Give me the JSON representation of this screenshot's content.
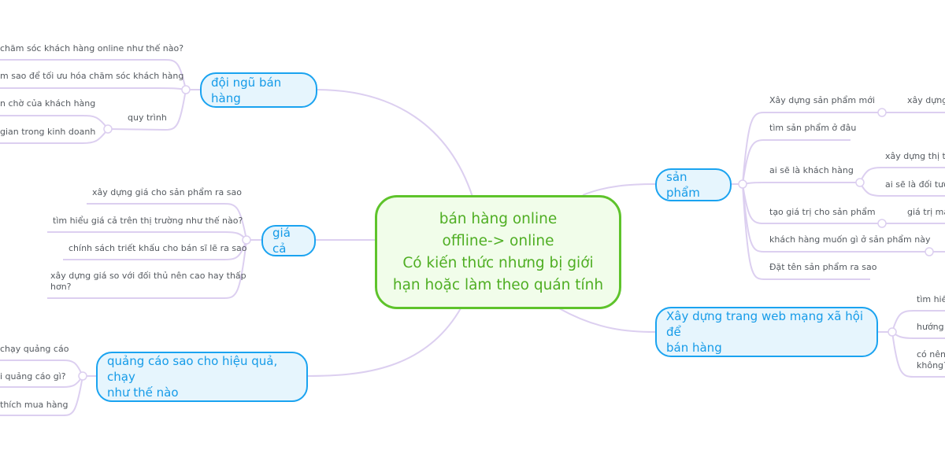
{
  "center": {
    "lines": [
      "bán hàng online",
      "offline-> online",
      "Có kiến thức nhưng bị giới",
      "hạn hoặc làm theo quán tính"
    ]
  },
  "branches": {
    "team": {
      "label": "đội ngũ bán hàng",
      "leaves": [
        "chăm sóc khách hàng online như thế nào?",
        "m sao để tối ưu hóa chăm sóc khách hàng",
        "quy trình"
      ],
      "sub": [
        "n chờ của khách hàng",
        "gian trong kinh doanh"
      ]
    },
    "price": {
      "label": "giá cả",
      "leaves": [
        "xây dựng giá cho sản phẩm ra sao",
        "tìm hiểu giá cả trên thị trường như thế nào?",
        "chính sách triết khấu cho bán sĩ lẽ ra sao",
        "xây dựng giá so với đối thủ nên cao hay thấp",
        "hơn?"
      ]
    },
    "ads": {
      "label_1": "quảng cáo sao cho hiệu quả, chạy",
      "label_2": "như thế nào",
      "leaves": [
        "chạy quảng cáo",
        "i quảng cáo gì?",
        "thích mua hàng"
      ]
    },
    "product": {
      "label": "sản phẩm",
      "leaves": [
        "Xây dựng sản phẩm mới",
        "tìm sản phẩm ở đâu",
        "ai sẽ là khách hàng",
        "tạo giá trị cho sản phẩm",
        "khách hàng muốn gì ở sản phẩm này",
        "Đặt tên sản phẩm ra sao"
      ],
      "sub": [
        "xây dựng",
        "xây dựng thị tru",
        "ai sẽ là đối tượn",
        "giá trị mar"
      ]
    },
    "web": {
      "label_1": "Xây dựng trang web mạng xã hội để",
      "label_2": "bán hàng",
      "leaves": [
        "tìm hiểu",
        "hướng d",
        "có nên",
        "không?"
      ]
    }
  },
  "colors": {
    "center_border": "#5ec32b",
    "center_text": "#4fae23",
    "node_border": "#1aa3f0",
    "node_bg": "#e6f5fd",
    "line": "#dccff0"
  }
}
